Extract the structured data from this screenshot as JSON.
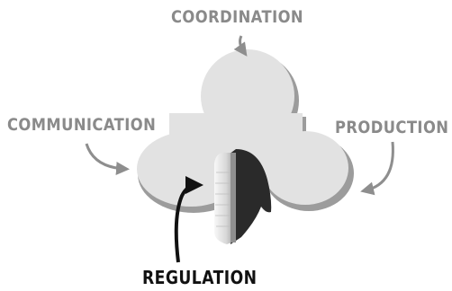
{
  "labels": {
    "top": "COORDINATION",
    "left": "COMMUNICATION",
    "right": "PRODUCTION",
    "bottom": "REGULATION"
  },
  "colors": {
    "label": "#8a8a8a",
    "bottom_label": "#111111",
    "arrow": "#8e8e8e",
    "bottom_arrow": "#111111",
    "shape_face": "#e2e2e2",
    "shape_edge": "#9c9c9c",
    "wedge_dark": "#2a2a2a",
    "wedge_light": "#f0f0f0",
    "background": "#ffffff"
  }
}
